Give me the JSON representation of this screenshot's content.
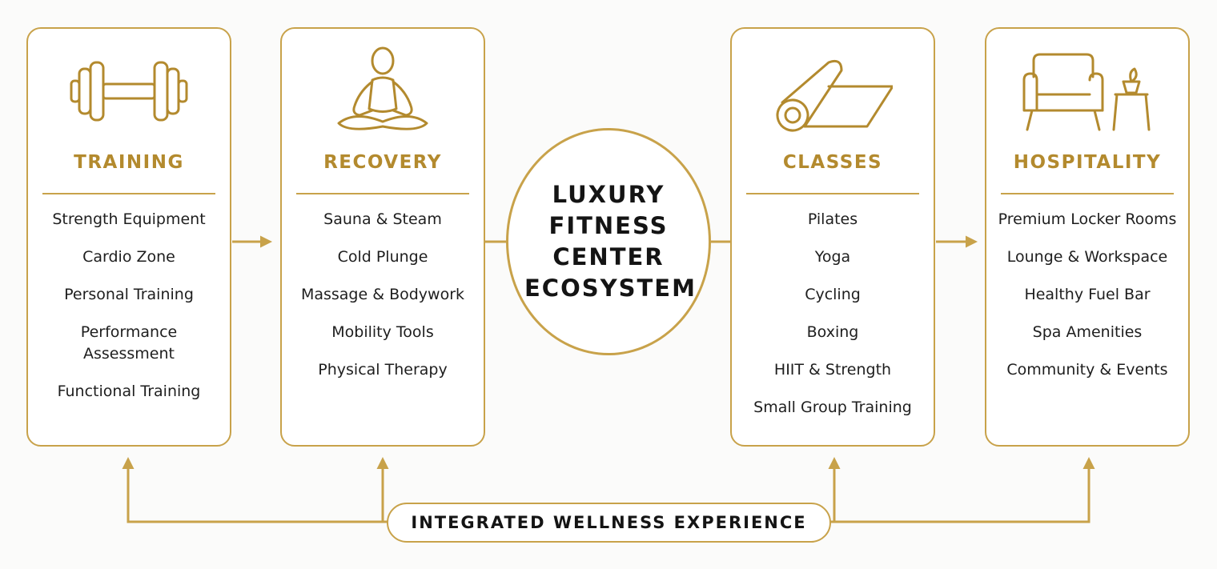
{
  "theme": {
    "accent": "#c8a24a",
    "title_color": "#b38a2e",
    "text_color": "#1e1e1e"
  },
  "center": {
    "title": "LUXURY FITNESS CENTER ECOSYSTEM"
  },
  "bottom": {
    "label": "INTEGRATED WELLNESS EXPERIENCE"
  },
  "panels": [
    {
      "title": "TRAINING",
      "icon": "dumbbell-icon",
      "items": [
        "Strength Equipment",
        "Cardio Zone",
        "Personal Training",
        "Performance Assessment",
        "Functional Training"
      ]
    },
    {
      "title": "RECOVERY",
      "icon": "meditation-icon",
      "items": [
        "Sauna & Steam",
        "Cold Plunge",
        "Massage & Bodywork",
        "Mobility Tools",
        "Physical Therapy"
      ]
    },
    {
      "title": "CLASSES",
      "icon": "yoga-mat-icon",
      "items": [
        "Pilates",
        "Yoga",
        "Cycling",
        "Boxing",
        "HIIT & Strength",
        "Small Group Training"
      ]
    },
    {
      "title": "HOSPITALITY",
      "icon": "lounge-chair-icon",
      "items": [
        "Premium Locker Rooms",
        "Lounge & Workspace",
        "Healthy Fuel Bar",
        "Spa Amenities",
        "Community & Events"
      ]
    }
  ]
}
